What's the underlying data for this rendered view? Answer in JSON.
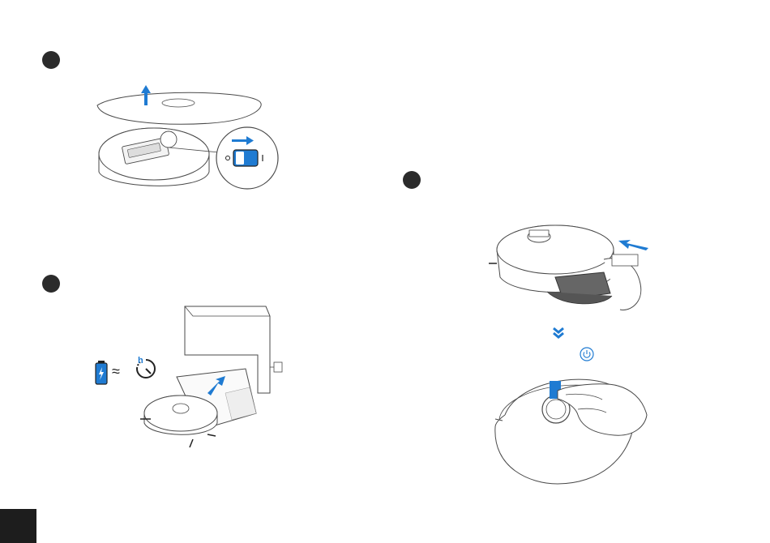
{
  "page": {
    "steps": [
      {
        "id": "step-1",
        "illustration": "remove-top-cover-and-switch-power-on"
      },
      {
        "id": "step-2",
        "illustration": "place-robot-on-dock-to-charge"
      },
      {
        "id": "step-3",
        "illustration": "insert-dust-bin-and-press-power-button"
      }
    ],
    "charge_symbol": "≈",
    "hour_label": "h",
    "colors": {
      "accent_blue": "#1f7bd2",
      "line_gray": "#4a4a4a",
      "dot_dark": "#2b2b2b",
      "corner_tab": "#1d1d1d"
    },
    "icons": [
      "arrow-up-icon",
      "power-switch-icon",
      "battery-charging-icon",
      "clock-hour-icon",
      "double-chevron-down-icon",
      "power-button-icon"
    ]
  }
}
